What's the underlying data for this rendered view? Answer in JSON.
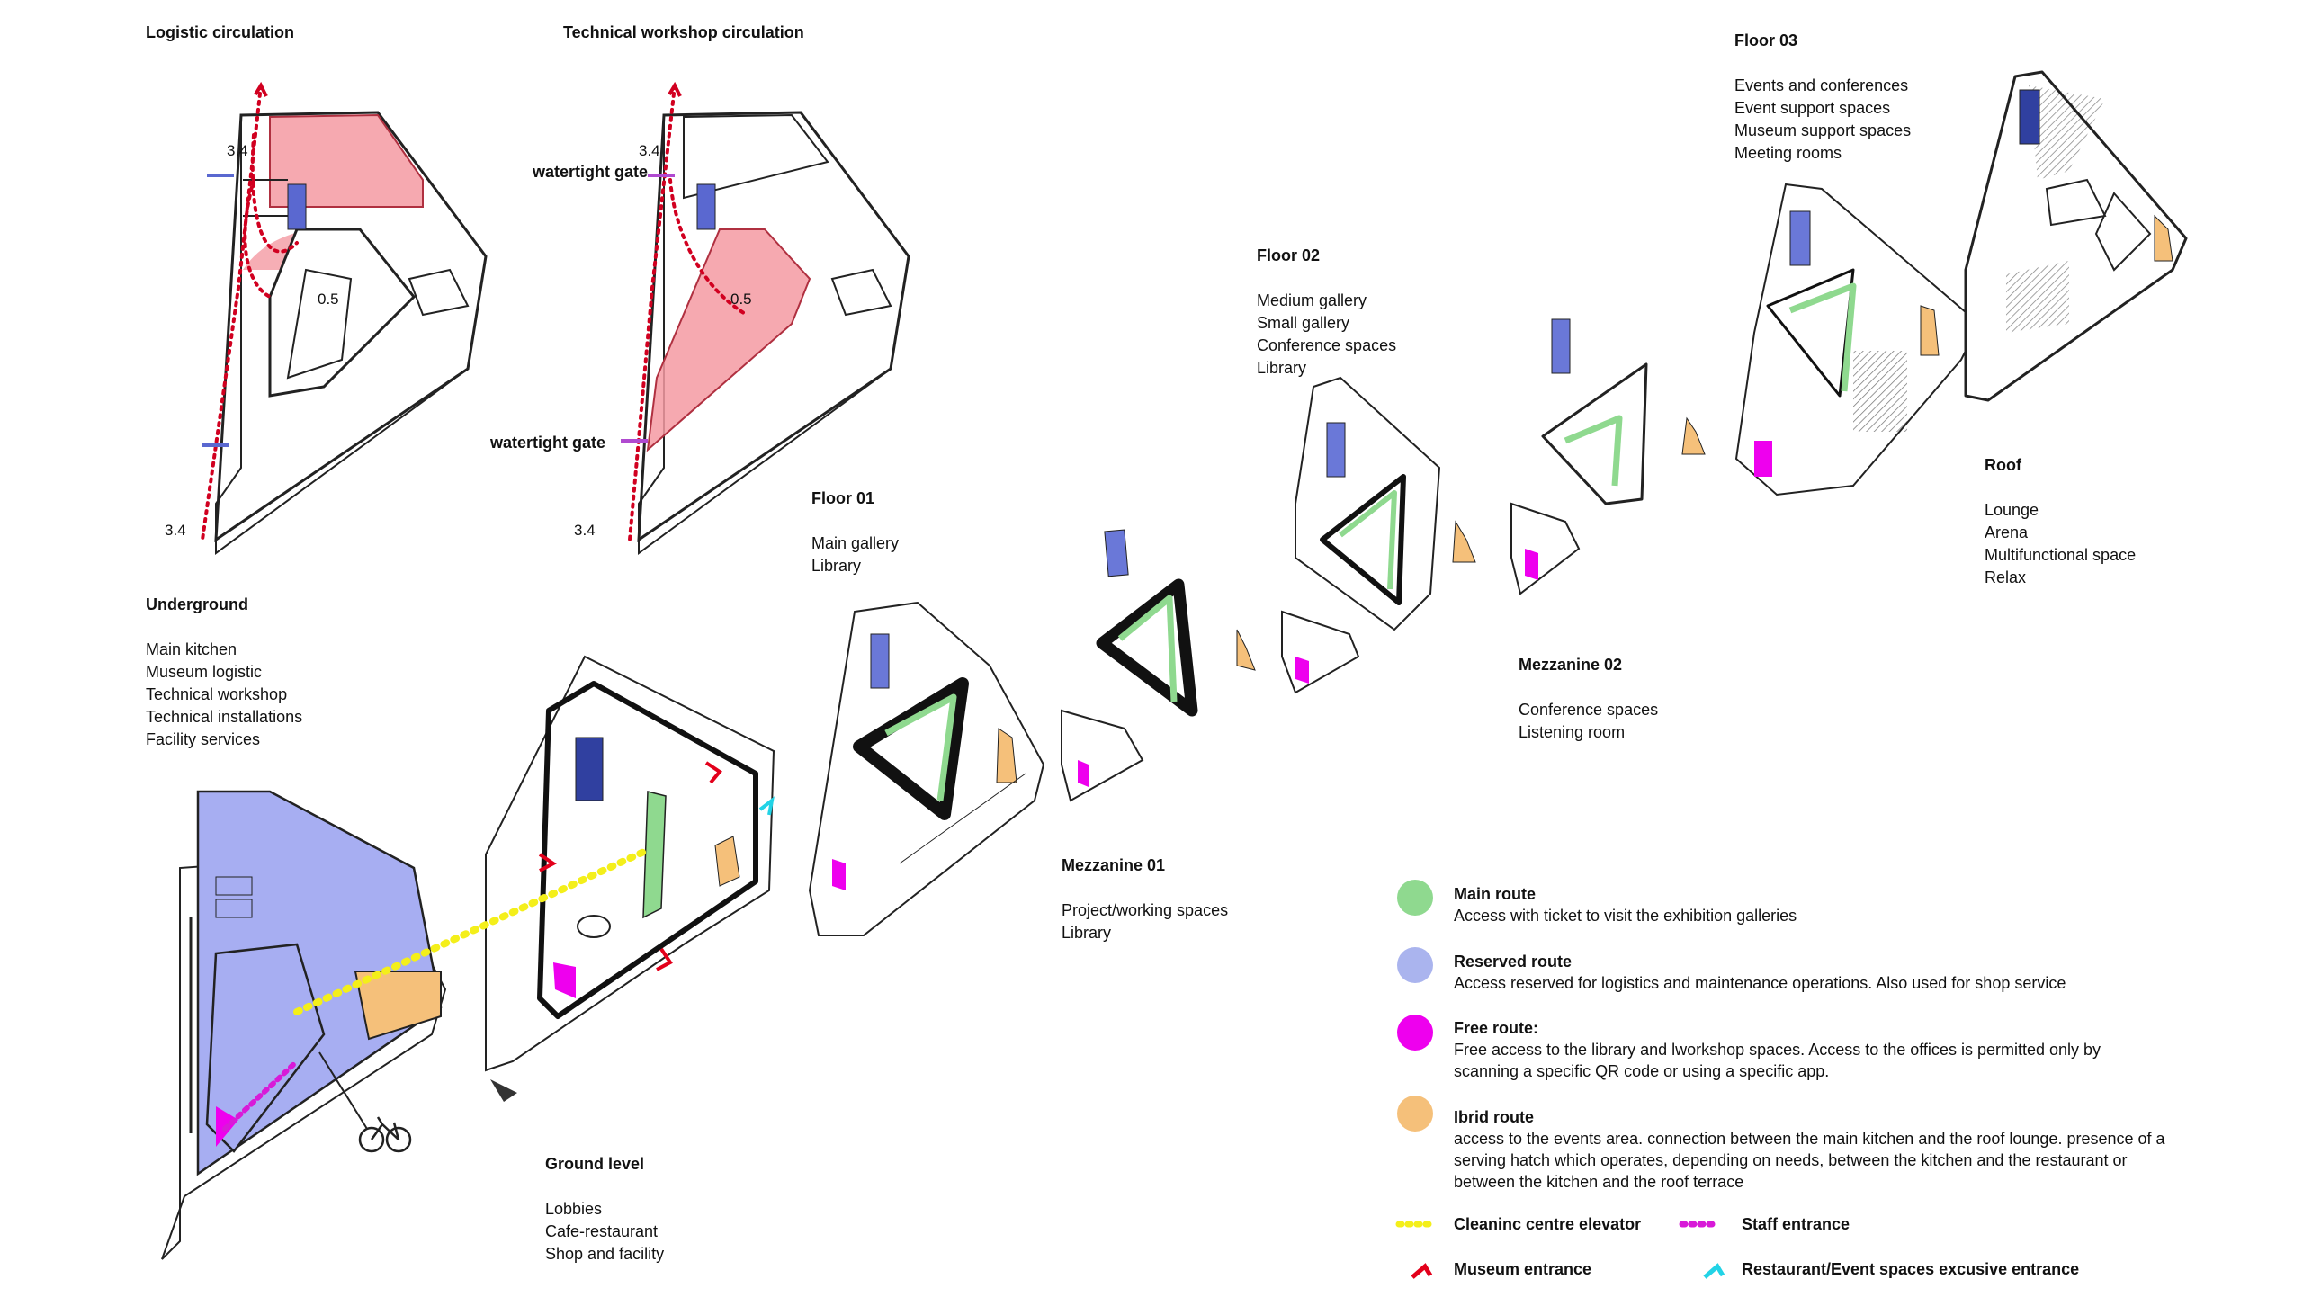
{
  "colors": {
    "main_route": "#8fd98f",
    "reserved_route": "#aab4ee",
    "free_route": "#ee00ee",
    "ibrid_route": "#f5c07a",
    "logistic_red": "#f08a92",
    "museum_entrance": "#e3001b",
    "restaurant_entrance": "#22d3e6",
    "elevator_dots": "#f4ef1a",
    "staff_dots": "#d81ad8",
    "underground_fill": "#a7aef2",
    "elevator_blue": "#6a78d8"
  },
  "headings": {
    "logistic": "Logistic circulation",
    "technical": "Technical workshop circulation"
  },
  "dimensions": {
    "d1": "3.4",
    "d2": "0.5",
    "d3": "3.4",
    "d4": "3.4",
    "d5": "0.5",
    "d6": "3.4",
    "gate1": "watertight gate",
    "gate2": "watertight gate"
  },
  "levels": {
    "underground": {
      "title": "Underground",
      "items": [
        "Main kitchen",
        "Museum logistic",
        "Technical workshop",
        "Technical installations",
        "Facility services"
      ]
    },
    "ground": {
      "title": "Ground level",
      "items": [
        "Lobbies",
        "Cafe-restaurant",
        "Shop and facility"
      ]
    },
    "floor01": {
      "title": "Floor 01",
      "items": [
        "Main gallery",
        "Library"
      ]
    },
    "mezz01": {
      "title": "Mezzanine  01",
      "items": [
        "Project/working spaces",
        "Library"
      ]
    },
    "floor02": {
      "title": "Floor 02",
      "items": [
        "Medium gallery",
        "Small gallery",
        "Conference spaces",
        "Library"
      ]
    },
    "mezz02": {
      "title": "Mezzanine 02",
      "items": [
        "Conference spaces",
        "Listening room"
      ]
    },
    "floor03": {
      "title": "Floor 03",
      "items": [
        "Events and conferences",
        "Event support spaces",
        "Museum support spaces",
        "Meeting rooms"
      ]
    },
    "roof": {
      "title": "Roof",
      "items": [
        "Lounge",
        "Arena",
        "Multifunctional space",
        "Relax"
      ]
    }
  },
  "legend": {
    "main": {
      "title": "Main route",
      "desc": "Access with ticket to visit the exhibition galleries"
    },
    "reserved": {
      "title": "Reserved route",
      "desc": "Access reserved for logistics and maintenance operations. Also used for shop service"
    },
    "free": {
      "title": "Free route:",
      "desc": "Free access to the library and lworkshop spaces. Access to the offices is permitted only by scanning a specific QR code or using a specific app."
    },
    "ibrid": {
      "title": "Ibrid route",
      "desc": "access to the events area. connection between the main kitchen and the roof lounge. presence of a serving hatch which operates, depending on needs, between the kitchen and the restaurant or between the kitchen and the roof terrace"
    },
    "elevator": "Cleaninc centre elevator",
    "staff": "Staff entrance",
    "museum": "Museum entrance",
    "restaurant": "Restaurant/Event spaces excusive entrance"
  }
}
